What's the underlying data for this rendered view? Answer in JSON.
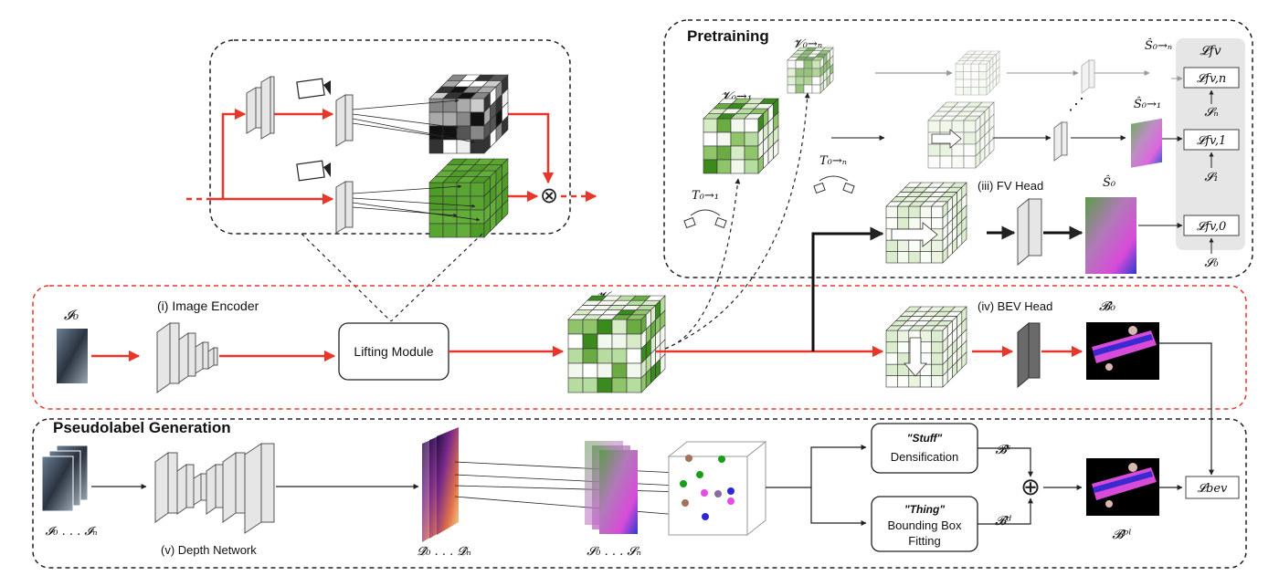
{
  "sections": {
    "pretraining": "Pretraining",
    "pseudolabel": "Pseudolabel Generation"
  },
  "modules": {
    "image_encoder": "(i) Image Encoder",
    "lifting": "Lifting Module",
    "fv_head": "(iii) FV Head",
    "bev_head": "(iv) BEV Head",
    "depth_network": "(v) Depth Network",
    "stuff_title": "\"Stuff\"",
    "stuff_sub": "Densification",
    "thing_title": "\"Thing\"",
    "thing_sub1": "Bounding Box",
    "thing_sub2": "Fitting"
  },
  "symbols": {
    "I0": "𝓘₀",
    "I0n": "𝓘₀ . . . 𝓘ₙ",
    "V0": "𝓥₀",
    "V01": "𝓥₀→₁",
    "V0n": "𝓥₀→ₙ",
    "T01": "T₀→₁",
    "T0n": "T₀→ₙ",
    "S0hat": "Ŝ₀",
    "S01hat": "Ŝ₀→₁",
    "S0nhat": "Ŝ₀→ₙ",
    "Lfv": "𝓛fv",
    "Lfvn": "𝓛fv,n",
    "Lfv1": "𝓛fv,1",
    "Lfv0": "𝓛fv,0",
    "Sn": "𝓢ₙ",
    "S1": "𝓢₁",
    "S0": "𝓢₀",
    "B0hat": "𝓑̂₀",
    "Bs": "𝓑̂ˢ",
    "Bd": "𝓑̂ᵈ",
    "Bpl": "𝓑̂ᵖˡ",
    "Lbev": "𝓛bev",
    "D0n": "𝓓̂₀ . . . 𝓓̂ₙ",
    "S0n": "𝓢₀ . . . 𝓢ₙ",
    "dots": "⋰",
    "oplus": "⊕",
    "otimes": "⊗"
  },
  "colors": {
    "red": "#e8362a",
    "green_dark": "#3a8a1e",
    "green_mid": "#8fc46a",
    "green_light": "#d6ebc6",
    "loss_panel": "#e6e6e6"
  }
}
